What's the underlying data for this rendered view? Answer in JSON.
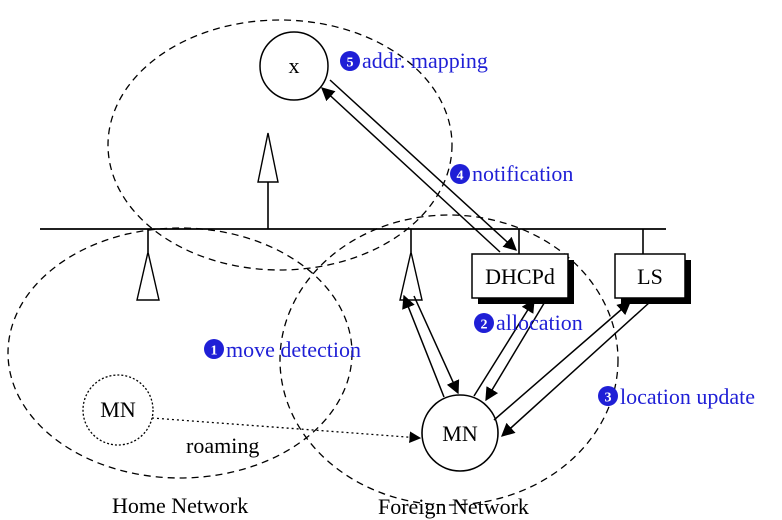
{
  "nodes": {
    "x_label": "x",
    "dhcpd_label": "DHCPd",
    "ls_label": "LS",
    "mn_home_label": "MN",
    "mn_foreign_label": "MN"
  },
  "steps": {
    "move_detection": {
      "num": "1",
      "label": "move detection"
    },
    "allocation": {
      "num": "2",
      "label": "allocation"
    },
    "location_update": {
      "num": "3",
      "label": "location update"
    },
    "notification": {
      "num": "4",
      "label": "notification"
    },
    "addr_mapping": {
      "num": "5",
      "label": "addr. mapping"
    }
  },
  "labels": {
    "roaming": "roaming",
    "home_network": "Home Network",
    "foreign_network": "Foreign Network"
  },
  "colors": {
    "step_text": "#1f1fd6",
    "line": "#000000"
  }
}
